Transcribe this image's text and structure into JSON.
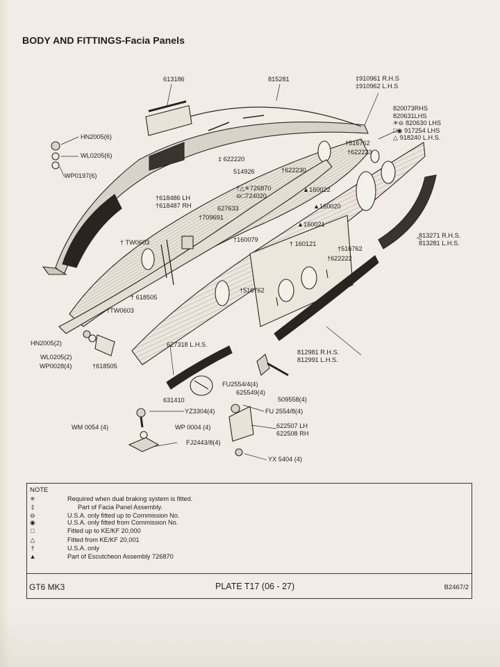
{
  "title": "BODY AND FITTINGS-Facia Panels",
  "labels": [
    {
      "id": "613186",
      "text": "613186"
    },
    {
      "id": "815281",
      "text": "815281"
    },
    {
      "id": "910961",
      "text": "‡910961 R.H.S\n‡910962 L.H.S"
    },
    {
      "id": "820073",
      "text": "820073RHS\n820631LHS\n✳⊖ 820630 LHS\n□◉ 917254 LHS\n△ 918240 L.H.S."
    },
    {
      "id": "HN2005_6",
      "text": "HN2005(6)"
    },
    {
      "id": "WL0205_6",
      "text": "WL0205(6)"
    },
    {
      "id": "WP0197_6",
      "text": "WP0197(6)"
    },
    {
      "id": "622220",
      "text": "‡ 622220"
    },
    {
      "id": "516762a",
      "text": "†516762"
    },
    {
      "id": "622223",
      "text": "†622223"
    },
    {
      "id": "622230",
      "text": "†622230"
    },
    {
      "id": "514926",
      "text": "514926"
    },
    {
      "id": "726870",
      "text": "†△✳726870\n⊖□724020"
    },
    {
      "id": "160022",
      "text": "▲160022"
    },
    {
      "id": "618486",
      "text": "†618486 LH\n†618487 RH"
    },
    {
      "id": "627633",
      "text": "627633"
    },
    {
      "id": "160020",
      "text": "▲160020"
    },
    {
      "id": "709691",
      "text": "†709691"
    },
    {
      "id": "160021",
      "text": "▲160021"
    },
    {
      "id": "813271",
      "text": "813271 R.H.S.\n813281 L.H.S."
    },
    {
      "id": "TW0603a",
      "text": "† TW0603"
    },
    {
      "id": "160079",
      "text": "†160079"
    },
    {
      "id": "160121",
      "text": "† 160121"
    },
    {
      "id": "516762b",
      "text": "†516762"
    },
    {
      "id": "622222",
      "text": "†622222"
    },
    {
      "id": "516762c",
      "text": "†516762"
    },
    {
      "id": "618505a",
      "text": "† 618505"
    },
    {
      "id": "TW0603b",
      "text": "†TW0603"
    },
    {
      "id": "HN2005_2",
      "text": "HN2005(2)"
    },
    {
      "id": "WL0205_2",
      "text": "WL0205(2)"
    },
    {
      "id": "WP0028_4",
      "text": "WP0028(4)"
    },
    {
      "id": "618505b",
      "text": "†618505"
    },
    {
      "id": "627318",
      "text": "627318 L.H.S."
    },
    {
      "id": "812981",
      "text": "812981 R.H.S.\n812991 L.H.S."
    },
    {
      "id": "FU2554_4",
      "text": "FU2554/4(4)"
    },
    {
      "id": "625549",
      "text": "625549(4)"
    },
    {
      "id": "509558",
      "text": "509558(4)"
    },
    {
      "id": "631410",
      "text": "631410"
    },
    {
      "id": "YZ3304",
      "text": "YZ3304(4)"
    },
    {
      "id": "FU2554_8",
      "text": "FU 2554/8(4)"
    },
    {
      "id": "WM0054",
      "text": "WM 0054 (4)"
    },
    {
      "id": "WP0004",
      "text": "WP 0004 (4)"
    },
    {
      "id": "622507",
      "text": "622507 LH\n622508 RH"
    },
    {
      "id": "FJ2443",
      "text": "FJ2443/8(4)"
    },
    {
      "id": "YX5404",
      "text": "YX 5404 (4)"
    }
  ],
  "notes": {
    "title": "NOTE",
    "items": [
      {
        "symbol": "✳",
        "text": "Required when dual braking system is fitted."
      },
      {
        "symbol": "‡",
        "text": "Part of Facia Panel Assembly."
      },
      {
        "symbol": "⊖",
        "text": "U.S.A. only fitted up to Commission No."
      },
      {
        "symbol": "◉",
        "text": "U.S.A. only fitted from Commission No."
      },
      {
        "symbol": "□",
        "text": "Fitted up to KE/KF 20,000"
      },
      {
        "symbol": "△",
        "text": "Fitted from KE/KF 20,001"
      },
      {
        "symbol": "†",
        "text": "U.S.A. only"
      },
      {
        "symbol": "▲",
        "text": "Part of Escutcheon Assembly 726870"
      }
    ]
  },
  "footer": {
    "model": "GT6 MK3",
    "plate": "PLATE T17 (06 - 27)",
    "ref": "B2467/2"
  },
  "colors": {
    "paper": "#f1ede6",
    "ink": "#1f1b18",
    "shade": "#2a2420"
  }
}
